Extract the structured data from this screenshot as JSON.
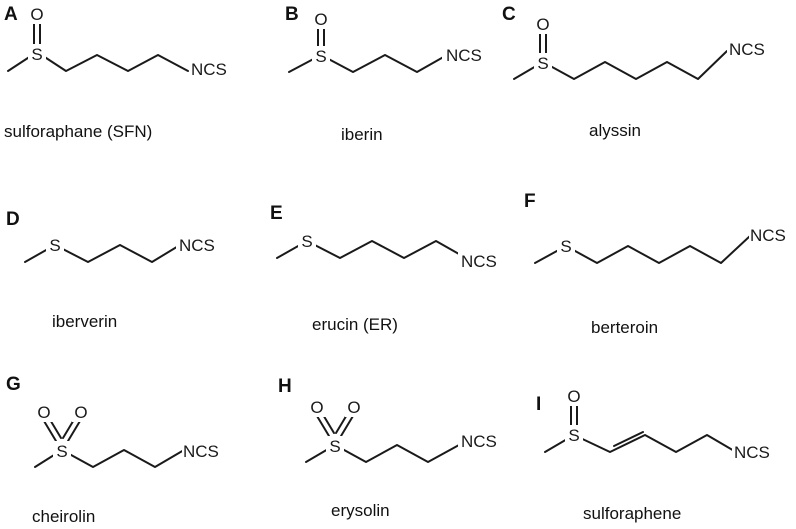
{
  "compounds": [
    {
      "letter": "A",
      "name": "sulforaphane (SFN)",
      "s_label": "S",
      "o_label": "O",
      "ncs_label": "NCS"
    },
    {
      "letter": "B",
      "name": "iberin",
      "s_label": "S",
      "o_label": "O",
      "ncs_label": "NCS"
    },
    {
      "letter": "C",
      "name": "alyssin",
      "s_label": "S",
      "o_label": "O",
      "ncs_label": "NCS"
    },
    {
      "letter": "D",
      "name": "iberverin",
      "s_label": "S",
      "ncs_label": "NCS"
    },
    {
      "letter": "E",
      "name": "erucin (ER)",
      "s_label": "S",
      "ncs_label": "NCS"
    },
    {
      "letter": "F",
      "name": "berteroin",
      "s_label": "S",
      "ncs_label": "NCS"
    },
    {
      "letter": "G",
      "name": "cheirolin",
      "s_label": "S",
      "o_label": "O",
      "o2_label": "O",
      "ncs_label": "NCS"
    },
    {
      "letter": "H",
      "name": "erysolin",
      "s_label": "S",
      "o_label": "O",
      "o2_label": "O",
      "ncs_label": "NCS"
    },
    {
      "letter": "I",
      "name": "sulforaphene",
      "s_label": "S",
      "o_label": "O",
      "ncs_label": "NCS"
    }
  ]
}
